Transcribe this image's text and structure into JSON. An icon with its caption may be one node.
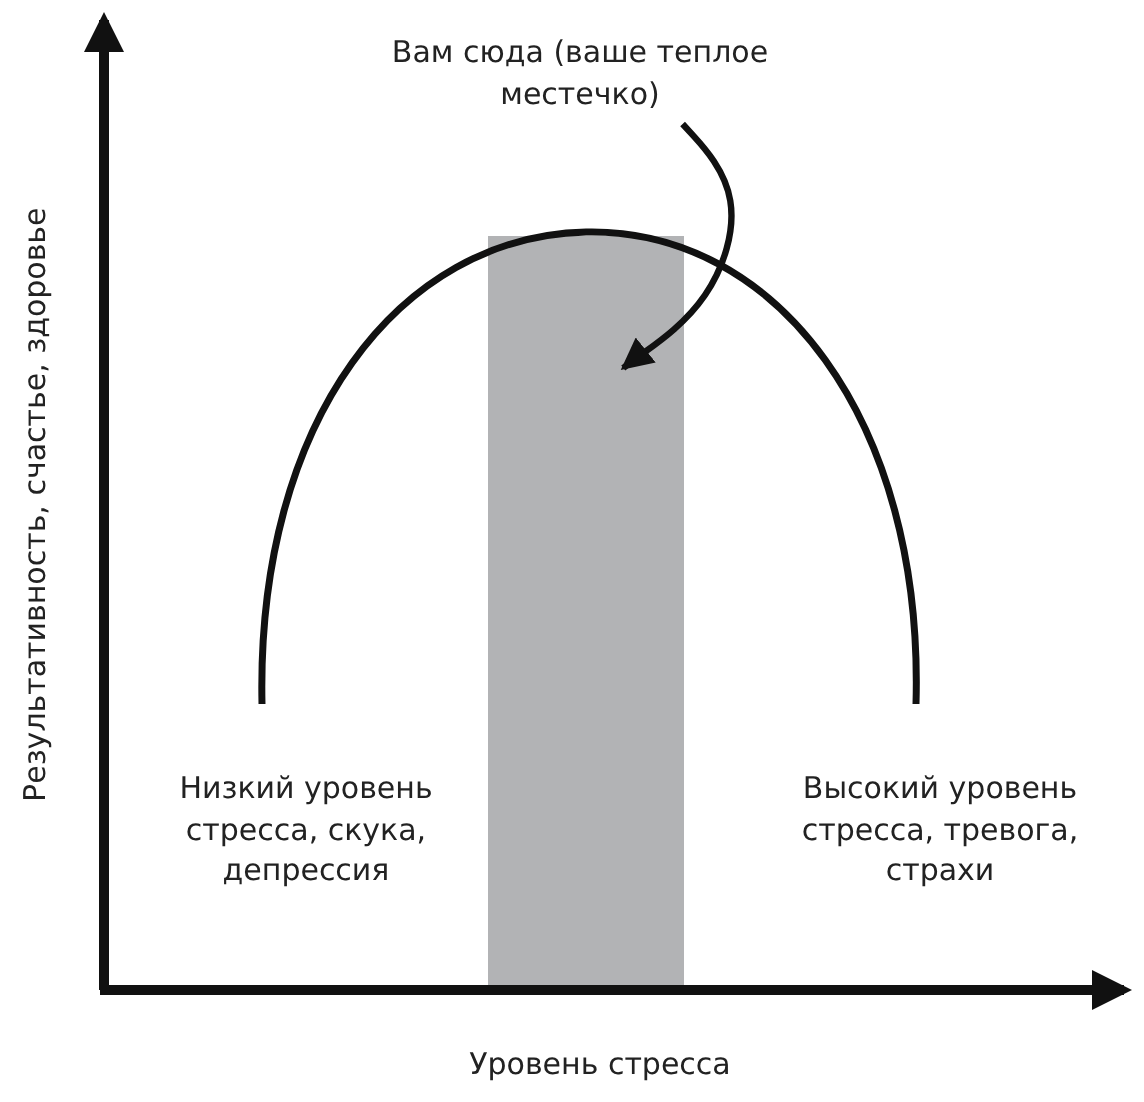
{
  "diagram": {
    "nodes": [
      {
        "text": [
          "Вам сюда (ваше теплое местечко)"
        ]
      },
      {
        "text": [],
        "shape": "box"
      }
    ],
    "edges": [
      {
        "from": 0,
        "to": 1,
        "arrow": "to"
      }
    ],
    "labels": [
      "Результативность, счастье, здоровье",
      "Низкий уровень стресса, скука, депрессия",
      "Высокий уровень стресса, тревога, страхи",
      "Уровень стресса"
    ]
  }
}
